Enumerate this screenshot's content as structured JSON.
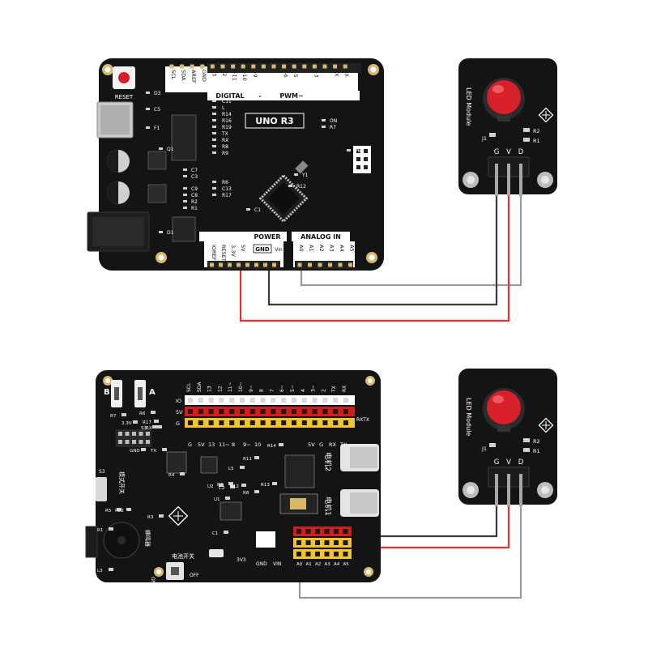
{
  "uno": {
    "reset": "RESET",
    "title": "UNO R3",
    "digital": "DIGITAL",
    "pwm": "PWM~",
    "power": "POWER",
    "analog_in": "ANALOG IN",
    "gnd": "GND",
    "vin": "Vin",
    "top_pins": [
      "SCL",
      "SDA",
      "AREF",
      "GND",
      "13",
      "12",
      "~11",
      "~10",
      "~9",
      "8",
      "7",
      "~6",
      "~5",
      "4",
      "~3",
      "2",
      "TX",
      "RX"
    ],
    "power_pins": [
      "IOREF",
      "RESET",
      "3.3V",
      "5V"
    ],
    "analog_pins": [
      "A0",
      "A1",
      "A2",
      "A3",
      "A4",
      "A5"
    ],
    "components": [
      "D3",
      "C5",
      "F1",
      "Q1",
      "C7",
      "C3",
      "C9",
      "C8",
      "R2",
      "R1",
      "D1",
      "C11",
      "L",
      "R14",
      "R16",
      "R19",
      "TX",
      "RX",
      "R8",
      "R9",
      "R6",
      "C13",
      "R17",
      "ON",
      "R7",
      "P6",
      "Y1",
      "R12",
      "C1",
      "P3",
      "P5"
    ]
  },
  "ext": {
    "btn_b": "B",
    "btn_a": "A",
    "top_pins": [
      "SCL",
      "SDA",
      "13",
      "12",
      "11~",
      "10~",
      "9~",
      "8",
      "7",
      "6~",
      "5~",
      "4",
      "3~",
      "2",
      "TX",
      "RX"
    ],
    "rows": [
      "IO",
      "5V",
      "G"
    ],
    "bottom_pins": [
      "G",
      "5V",
      "13",
      "11~",
      "8",
      "9~",
      "10",
      "5V",
      "G",
      "RX",
      "TX"
    ],
    "analog_pins": [
      "A0",
      "A1",
      "A2",
      "A3",
      "A4",
      "A5"
    ],
    "motor1": "电机1",
    "motor2": "电机2",
    "switch_label": "S3",
    "mode_switch": "模式开关",
    "battery_switch": "电池开关",
    "buzzer": "蜂鸣器",
    "on": "ON",
    "off": "OFF",
    "v33": "3V3",
    "gnd": "GND",
    "vin": "VIN",
    "rxtx": "RXTX",
    "components": [
      "R7",
      "R6",
      "R17",
      "RX",
      "3.3V",
      "GND",
      "TX",
      "S3",
      "R5",
      "R22",
      "R3",
      "R1",
      "L3",
      "L5",
      "R2",
      "R4",
      "R14",
      "U1",
      "U2",
      "C2",
      "R12",
      "R11",
      "R13",
      "R8",
      "C1"
    ]
  },
  "led_modules": [
    {
      "name": "LED Module",
      "pins": [
        "G",
        "V",
        "D"
      ],
      "parts": [
        "J1",
        "R2",
        "R1"
      ]
    },
    {
      "name": "LED Module",
      "pins": [
        "G",
        "V",
        "D"
      ],
      "parts": [
        "J1",
        "R2",
        "R1"
      ]
    }
  ],
  "colors": {
    "board": "#141414",
    "silk": "#ffffff",
    "gold": "#d8b86a",
    "led": "#d8202a",
    "wire_gray": "#9a9a9a",
    "wire_black": "#3a3a3a",
    "wire_red": "#e53030",
    "header_yellow": "#f2c430",
    "header_red": "#d41c1c"
  }
}
